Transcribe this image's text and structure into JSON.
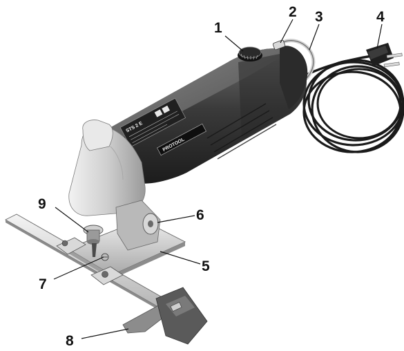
{
  "figure": {
    "callouts": [
      {
        "label": "1",
        "part": "speed-dial"
      },
      {
        "label": "2",
        "part": "on-off-switch"
      },
      {
        "label": "3",
        "part": "cable-hook"
      },
      {
        "label": "4",
        "part": "power-cord-plug"
      },
      {
        "label": "5",
        "part": "base-plate"
      },
      {
        "label": "6",
        "part": "base-plate-screw"
      },
      {
        "label": "7",
        "part": "guide-screw"
      },
      {
        "label": "8",
        "part": "parallel-guide"
      },
      {
        "label": "9",
        "part": "blade-clamp"
      }
    ],
    "housing_text": {
      "model": "STS 2 E",
      "brand": "PROTOOL"
    }
  }
}
